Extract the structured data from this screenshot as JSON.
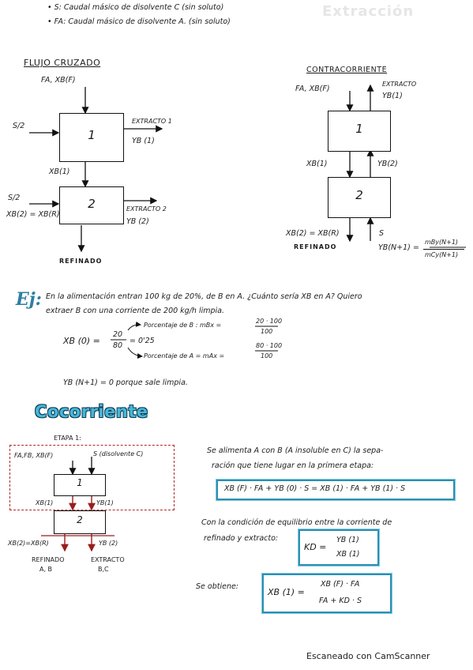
{
  "notes": {
    "s_line": "S: Caudal másico de disolvente C (sin soluto)",
    "fa_line": "FA: Caudal másico de disolvente A. (sin soluto)",
    "corner_word": "Extracción"
  },
  "cruzado": {
    "title": "FLUJO CRUZADO",
    "feed": "FA, XB(F)",
    "s1": "S/2",
    "s2": "S/2",
    "stage1": "1",
    "stage2": "2",
    "extracto1": "EXTRACTO 1",
    "yb1": "YB (1)",
    "xb1": "XB(1)",
    "xb2": "XB(2) = XB(R)",
    "extracto2": "EXTRACTO 2",
    "yb2": "YB (2)",
    "refinado": "REFINADO"
  },
  "contra": {
    "title": "CONTRACORRIENTE",
    "feed": "FA, XB(F)",
    "extracto": "EXTRACTO",
    "yb1": "YB(1)",
    "stage1": "1",
    "stage2": "2",
    "xb1": "XB(1)",
    "yb2": "YB(2)",
    "xb2": "XB(2) = XB(R)",
    "s": "S",
    "refinado": "REFINADO",
    "ybn": "YB(N+1) =",
    "frac_num": "mBy(N+1)",
    "frac_den": "mCy(N+1)"
  },
  "ejemplo": {
    "label": "Ej:",
    "line1": "En la alimentación entran 100 kg de 20%, de B en A. ¿Cuánto sería XB en A? Quiero",
    "line2": "extraer B con una corriente de 200 kg/h limpia.",
    "xb0": "XB (0) =",
    "frac_num": "20",
    "frac_den": "80",
    "result": "= 0'25",
    "pct_b": "Porcentaje de B : mBx =",
    "pct_b_num": "20 · 100",
    "pct_b_den": "100",
    "pct_a": "Porcentaje de A = mAx =",
    "pct_a_num": "80 · 100",
    "pct_a_den": "100",
    "ybn": "YB (N+1) = 0 porque sale limpia."
  },
  "cocorriente": {
    "title": "Cocorriente",
    "etapa": "ETAPA 1:",
    "feed": "FA,FB, XB(F)",
    "s_label": "S (disolvente C)",
    "stage1": "1",
    "stage2": "2",
    "xb1": "XB(1)",
    "yb1": "YB(1)",
    "xb2": "XB(2)=XB(R)",
    "yb2": "YB (2)",
    "refinado": "REFINADO",
    "refinado_sub": "A, B",
    "extracto": "EXTRACTO",
    "extracto_sub": "B,C",
    "text1": "Se alimenta A con B (A insoluble en C) la sepa-",
    "text2": "ración que tiene lugar en la primera etapa:",
    "eq1": "XB (F) · FA + YB (0) · S = XB (1) · FA + YB (1) · S",
    "text3": "Con la condición de equilibrio entre la corriente de",
    "text4": "refinado y extracto:",
    "kd_left": "KD =",
    "kd_num": "YB (1)",
    "kd_den": "XB (1)",
    "text5": "Se obtiene:",
    "xb1_left": "XB (1) =",
    "xb1_num": "XB (F) · FA",
    "xb1_den": "FA + KD · S"
  },
  "footer": "Escaneado con CamScanner"
}
